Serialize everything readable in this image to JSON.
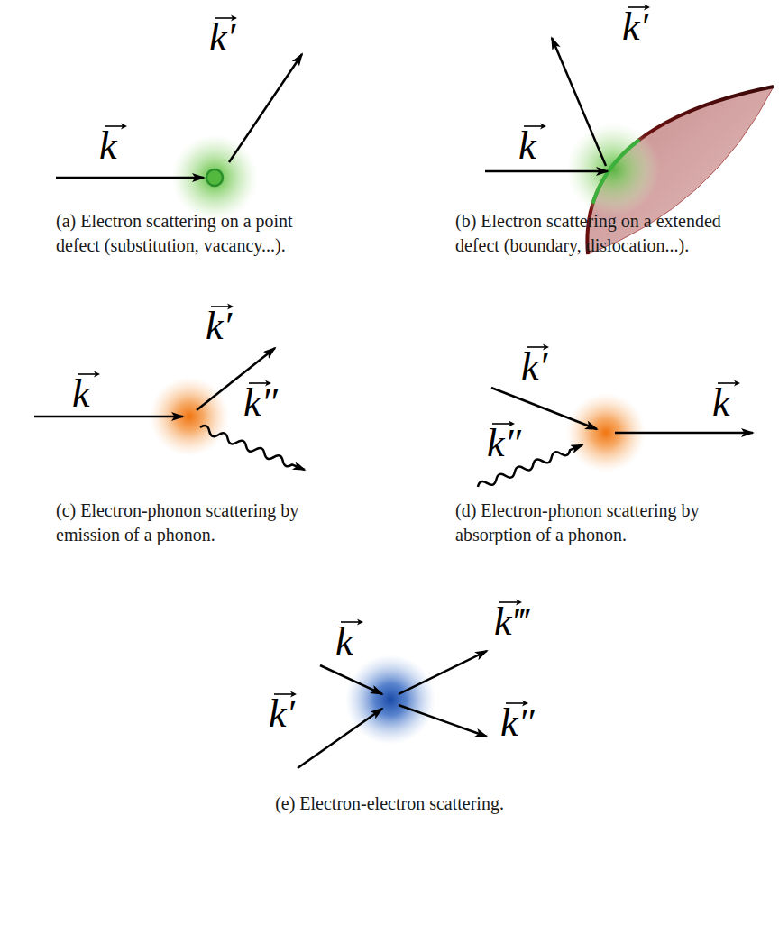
{
  "diagram": {
    "labels": [
      "k",
      "k′",
      "(a) Electron scattering on a point defect (substitution, vacancy...).",
      "k′",
      "k",
      "(b) Electron scattering on a extended defect (boundary, dislocation...).",
      "k′",
      "k",
      "k″",
      "(c) Electron-phonon scattering by emission of a phonon.",
      "k′",
      "k″",
      "k",
      "(d) Electron-phonon scattering by absorption of a phonon.",
      "k",
      "k‴",
      "k′",
      "k″",
      "(e) Electron-electron scattering."
    ]
  }
}
